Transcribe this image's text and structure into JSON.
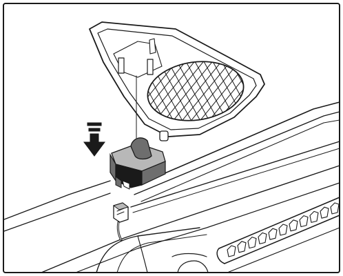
{
  "figure": {
    "description_parts": [
      "trim-panel",
      "speaker-grille",
      "switch-module",
      "connector",
      "dashboard-vents",
      "downward-arrow"
    ],
    "colors": {
      "ink": "#1a1a1a",
      "paper": "#ffffff",
      "module_dark": "#6e6e6e",
      "module_light": "#b8b8b8"
    },
    "icons": {
      "install_direction": "down-arrow-icon"
    }
  }
}
